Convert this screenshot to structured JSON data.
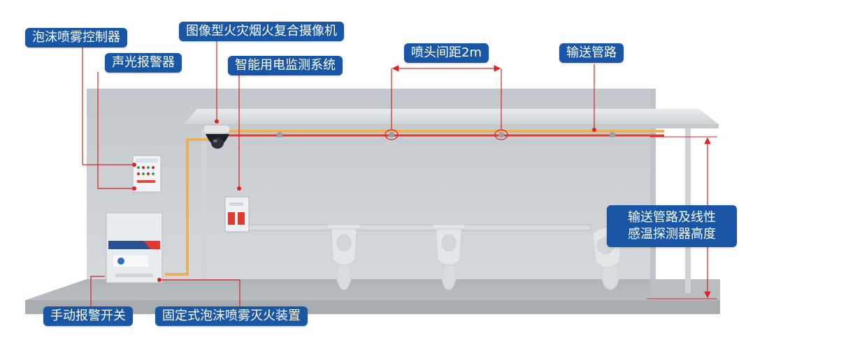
{
  "labels": {
    "foam_controller": "泡沫喷雾控制器",
    "sound_light_alarm": "声光报警器",
    "image_fire_smoke_camera": "图像型火灾烟火复合摄像机",
    "smart_power_monitor": "智能用电监测系统",
    "nozzle_spacing": "喷头间距2m",
    "delivery_pipe": "输送管路",
    "height_line1": "输送管路及线性",
    "height_line2": "感温探测器高度",
    "manual_alarm_switch": "手动报警开关",
    "fixed_foam_device": "固定式泡沫喷雾灭火装置"
  },
  "colors": {
    "label_bg": "#1a56a6",
    "leader_line": "#e0201f",
    "pipe_yellow": "#e6b35a",
    "pipe_red": "#e43a2e",
    "wall": "#c7ccd1",
    "floor": "#b6bbbf"
  }
}
